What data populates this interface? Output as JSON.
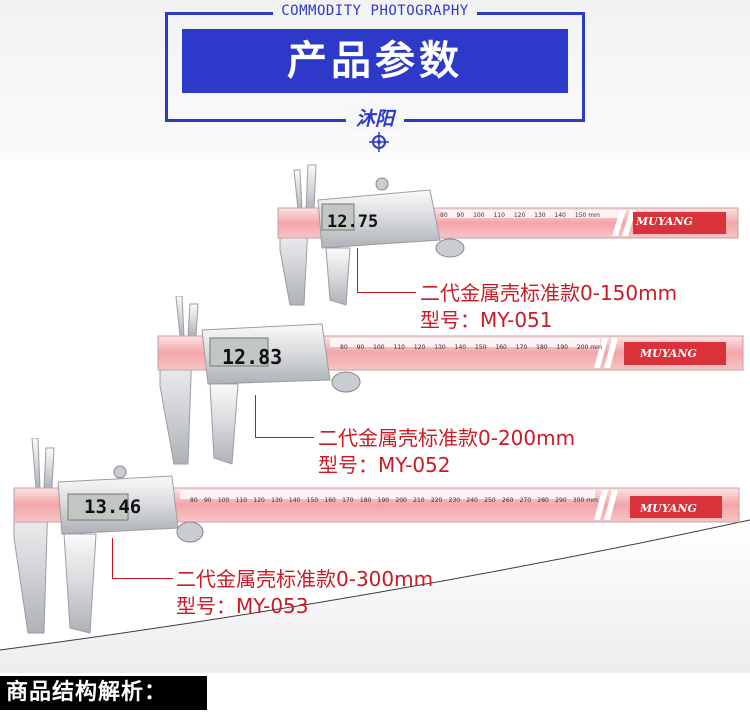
{
  "header": {
    "subtitle": "COMMODITY PHOTOGRAPHY",
    "title": "产品参数",
    "brand": "沐阳"
  },
  "calipers": [
    {
      "display": "12.75",
      "logo": "MUYANG",
      "scale_labels": [
        "80",
        "90",
        "100",
        "110",
        "120",
        "130",
        "140",
        "150 mm"
      ],
      "spec_line": "二代金属壳标准款0-150mm",
      "model_line": "型号：MY-051"
    },
    {
      "display": "12.83",
      "logo": "MUYANG",
      "scale_labels": [
        "80",
        "90",
        "100",
        "110",
        "120",
        "130",
        "140",
        "150",
        "160",
        "170",
        "180",
        "190",
        "200 mm"
      ],
      "spec_line": "二代金属壳标准款0-200mm",
      "model_line": "型号：MY-052"
    },
    {
      "display": "13.46",
      "logo": "MUYANG",
      "scale_labels": [
        "80",
        "90",
        "100",
        "110",
        "120",
        "130",
        "140",
        "150",
        "160",
        "170",
        "180",
        "190",
        "200",
        "210",
        "220",
        "230",
        "240",
        "250",
        "260",
        "270",
        "280",
        "290",
        "300 mm"
      ],
      "spec_line": "二代金属壳标准款0-300mm",
      "model_line": "型号：MY-053"
    }
  ],
  "footer": {
    "title": "商品结构解析："
  },
  "colors": {
    "accent_blue": "#2d39c9",
    "spec_red": "#cc1a24",
    "beam_pink": "#f3a5a9"
  }
}
